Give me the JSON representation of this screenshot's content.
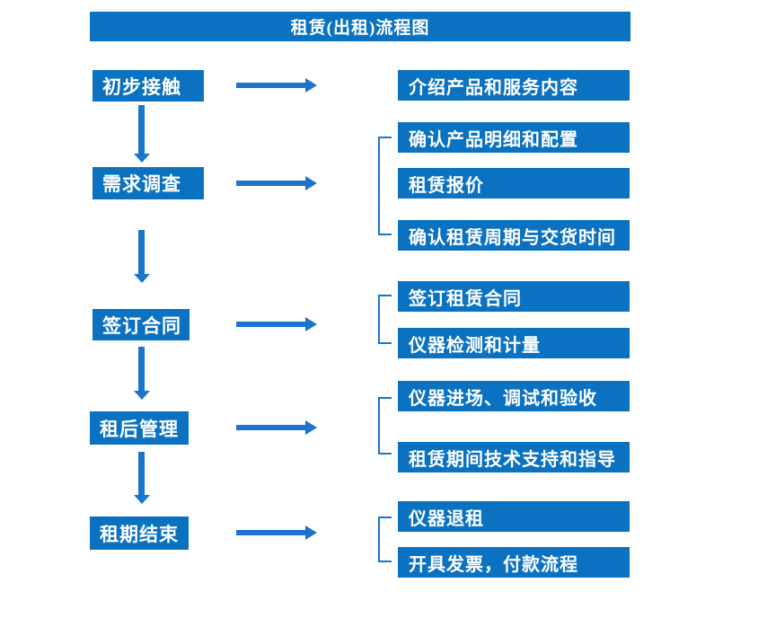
{
  "title": "租赁(出租)流程图",
  "colors": {
    "box_blue": "#0b72c2",
    "arrow_blue": "#1b75cd",
    "text_white": "#ffffff",
    "background": "#ffffff"
  },
  "steps": [
    {
      "label": "初步接触",
      "details": [
        "介绍产品和服务内容"
      ]
    },
    {
      "label": "需求调查",
      "details": [
        "确认产品明细和配置",
        "租赁报价",
        "确认租赁周期与交货时间"
      ]
    },
    {
      "label": "签订合同",
      "details": [
        "签订租赁合同",
        "仪器检测和计量"
      ]
    },
    {
      "label": "租后管理",
      "details": [
        "仪器进场、调试和验收",
        "租赁期间技术支持和指导"
      ]
    },
    {
      "label": "租期结束",
      "details": [
        "仪器退租",
        "开具发票，付款流程"
      ]
    }
  ]
}
